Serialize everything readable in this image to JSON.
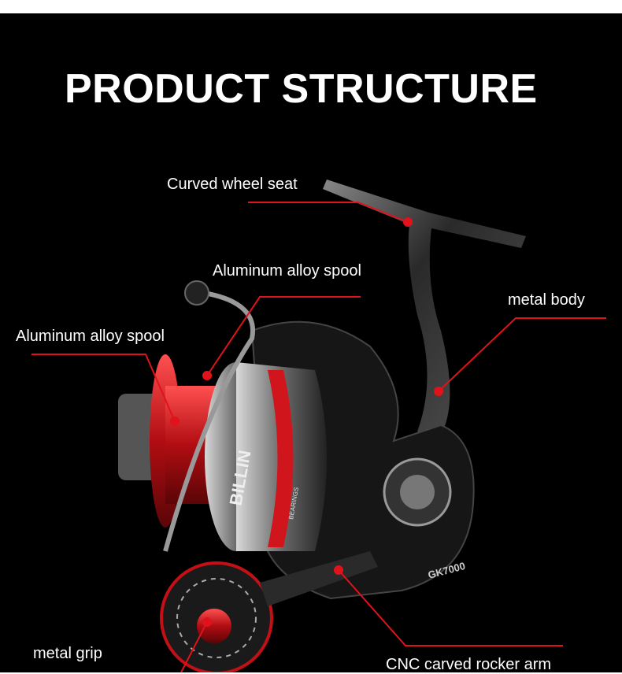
{
  "title": "PRODUCT STRUCTURE",
  "product": {
    "brand_text": "BILLIN",
    "model_text": "GK7000",
    "spool_text": "BEARINGS"
  },
  "callouts": [
    {
      "id": "curved-wheel-seat",
      "label": "Curved wheel seat"
    },
    {
      "id": "aluminum-alloy-spool-top",
      "label": "Aluminum alloy spool"
    },
    {
      "id": "aluminum-alloy-spool-left",
      "label": "Aluminum alloy spool"
    },
    {
      "id": "metal-body",
      "label": "metal body"
    },
    {
      "id": "metal-grip",
      "label": "metal grip"
    },
    {
      "id": "cnc-carved-rocker-arm",
      "label": "CNC carved rocker arm"
    }
  ],
  "colors": {
    "background": "#000000",
    "accent": "#e0121b",
    "text": "#ffffff"
  }
}
